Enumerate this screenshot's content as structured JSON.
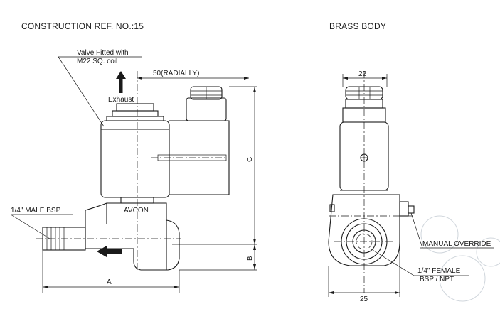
{
  "headers": {
    "left": "CONSTRUCTION  REF. NO.:15",
    "right": "BRASS  BODY"
  },
  "front_view": {
    "coil_note_line1": "Valve Fitted with",
    "coil_note_line2": "M22 SQ. coil",
    "exhaust": "Exhaust",
    "radial_dim": "50(RADIALLY)",
    "brand": "AVCON",
    "male_bsp": "1/4\" MALE BSP",
    "dim_a": "A",
    "dim_b": "B",
    "dim_c": "C"
  },
  "side_view": {
    "dim_width_top": "22",
    "dim_width_bottom": "25",
    "manual_override": "MANUAL OVERRIDE",
    "female_line1": "1/4\" FEMALE",
    "female_line2": "BSP / NPT"
  }
}
